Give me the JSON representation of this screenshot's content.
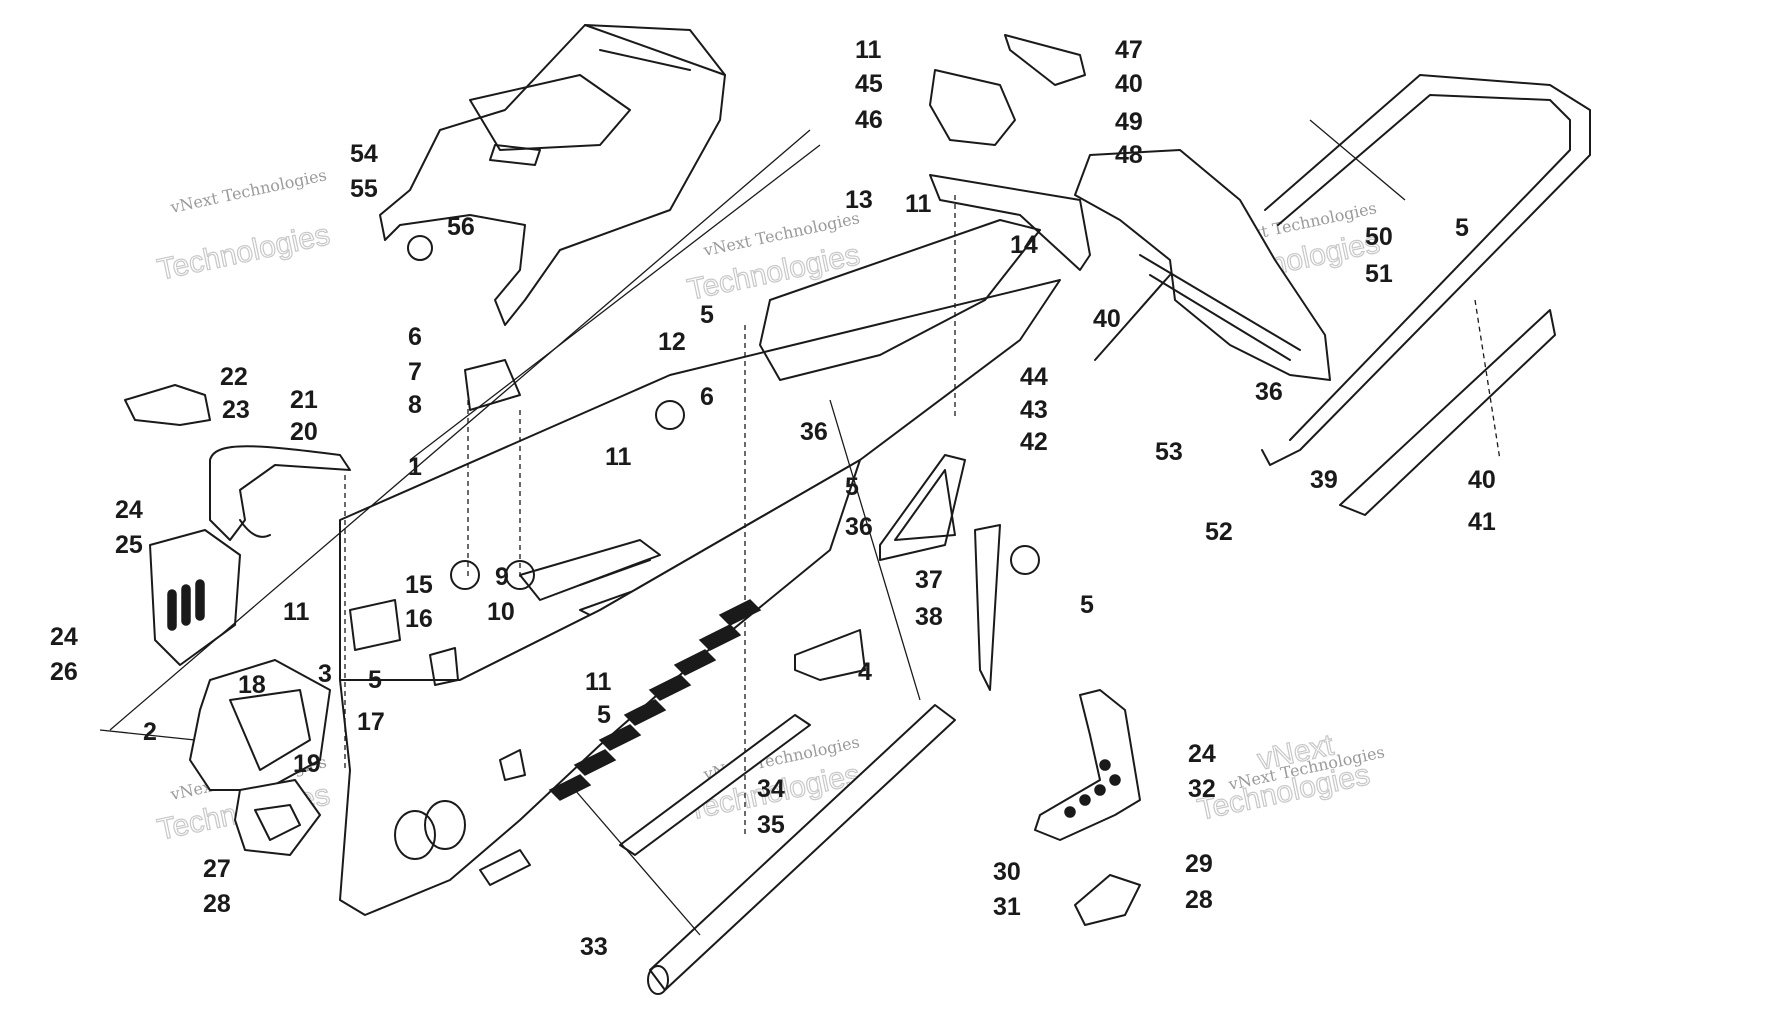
{
  "callouts": {
    "c1": "1",
    "c2": "2",
    "c3": "3",
    "c4": "4",
    "c5a": "5",
    "c5b": "5",
    "c5c": "5",
    "c5d": "5",
    "c5e": "5",
    "c5f": "5",
    "c6a": "6",
    "c6b": "6",
    "c7": "7",
    "c8": "8",
    "c9": "9",
    "c10": "10",
    "c11a": "11",
    "c11b": "11",
    "c11c": "11",
    "c11d": "11",
    "c11e": "11",
    "c12": "12",
    "c13": "13",
    "c14": "14",
    "c15": "15",
    "c16": "16",
    "c17": "17",
    "c18": "18",
    "c19": "19",
    "c20": "20",
    "c21": "21",
    "c22": "22",
    "c23": "23",
    "c24a": "24",
    "c24b": "24",
    "c24c": "24",
    "c25": "25",
    "c26": "26",
    "c27": "27",
    "c28a": "28",
    "c28b": "28",
    "c29": "29",
    "c30": "30",
    "c31": "31",
    "c32": "32",
    "c33": "33",
    "c34": "34",
    "c35": "35",
    "c36a": "36",
    "c36b": "36",
    "c36c": "36",
    "c37": "37",
    "c38": "38",
    "c39": "39",
    "c40a": "40",
    "c40b": "40",
    "c40c": "40",
    "c41": "41",
    "c42": "42",
    "c43": "43",
    "c44": "44",
    "c45": "45",
    "c46": "46",
    "c47": "47",
    "c48": "48",
    "c49": "49",
    "c50": "50",
    "c51": "51",
    "c52": "52",
    "c53": "53",
    "c54": "54",
    "c55": "55",
    "c56": "56"
  },
  "watermarks": {
    "small": "vNext Technologies",
    "large": "Technologies",
    "vnext": "vNext"
  },
  "colors": {
    "line": "#1a1a1a",
    "watermark": "#9a9a9a"
  }
}
